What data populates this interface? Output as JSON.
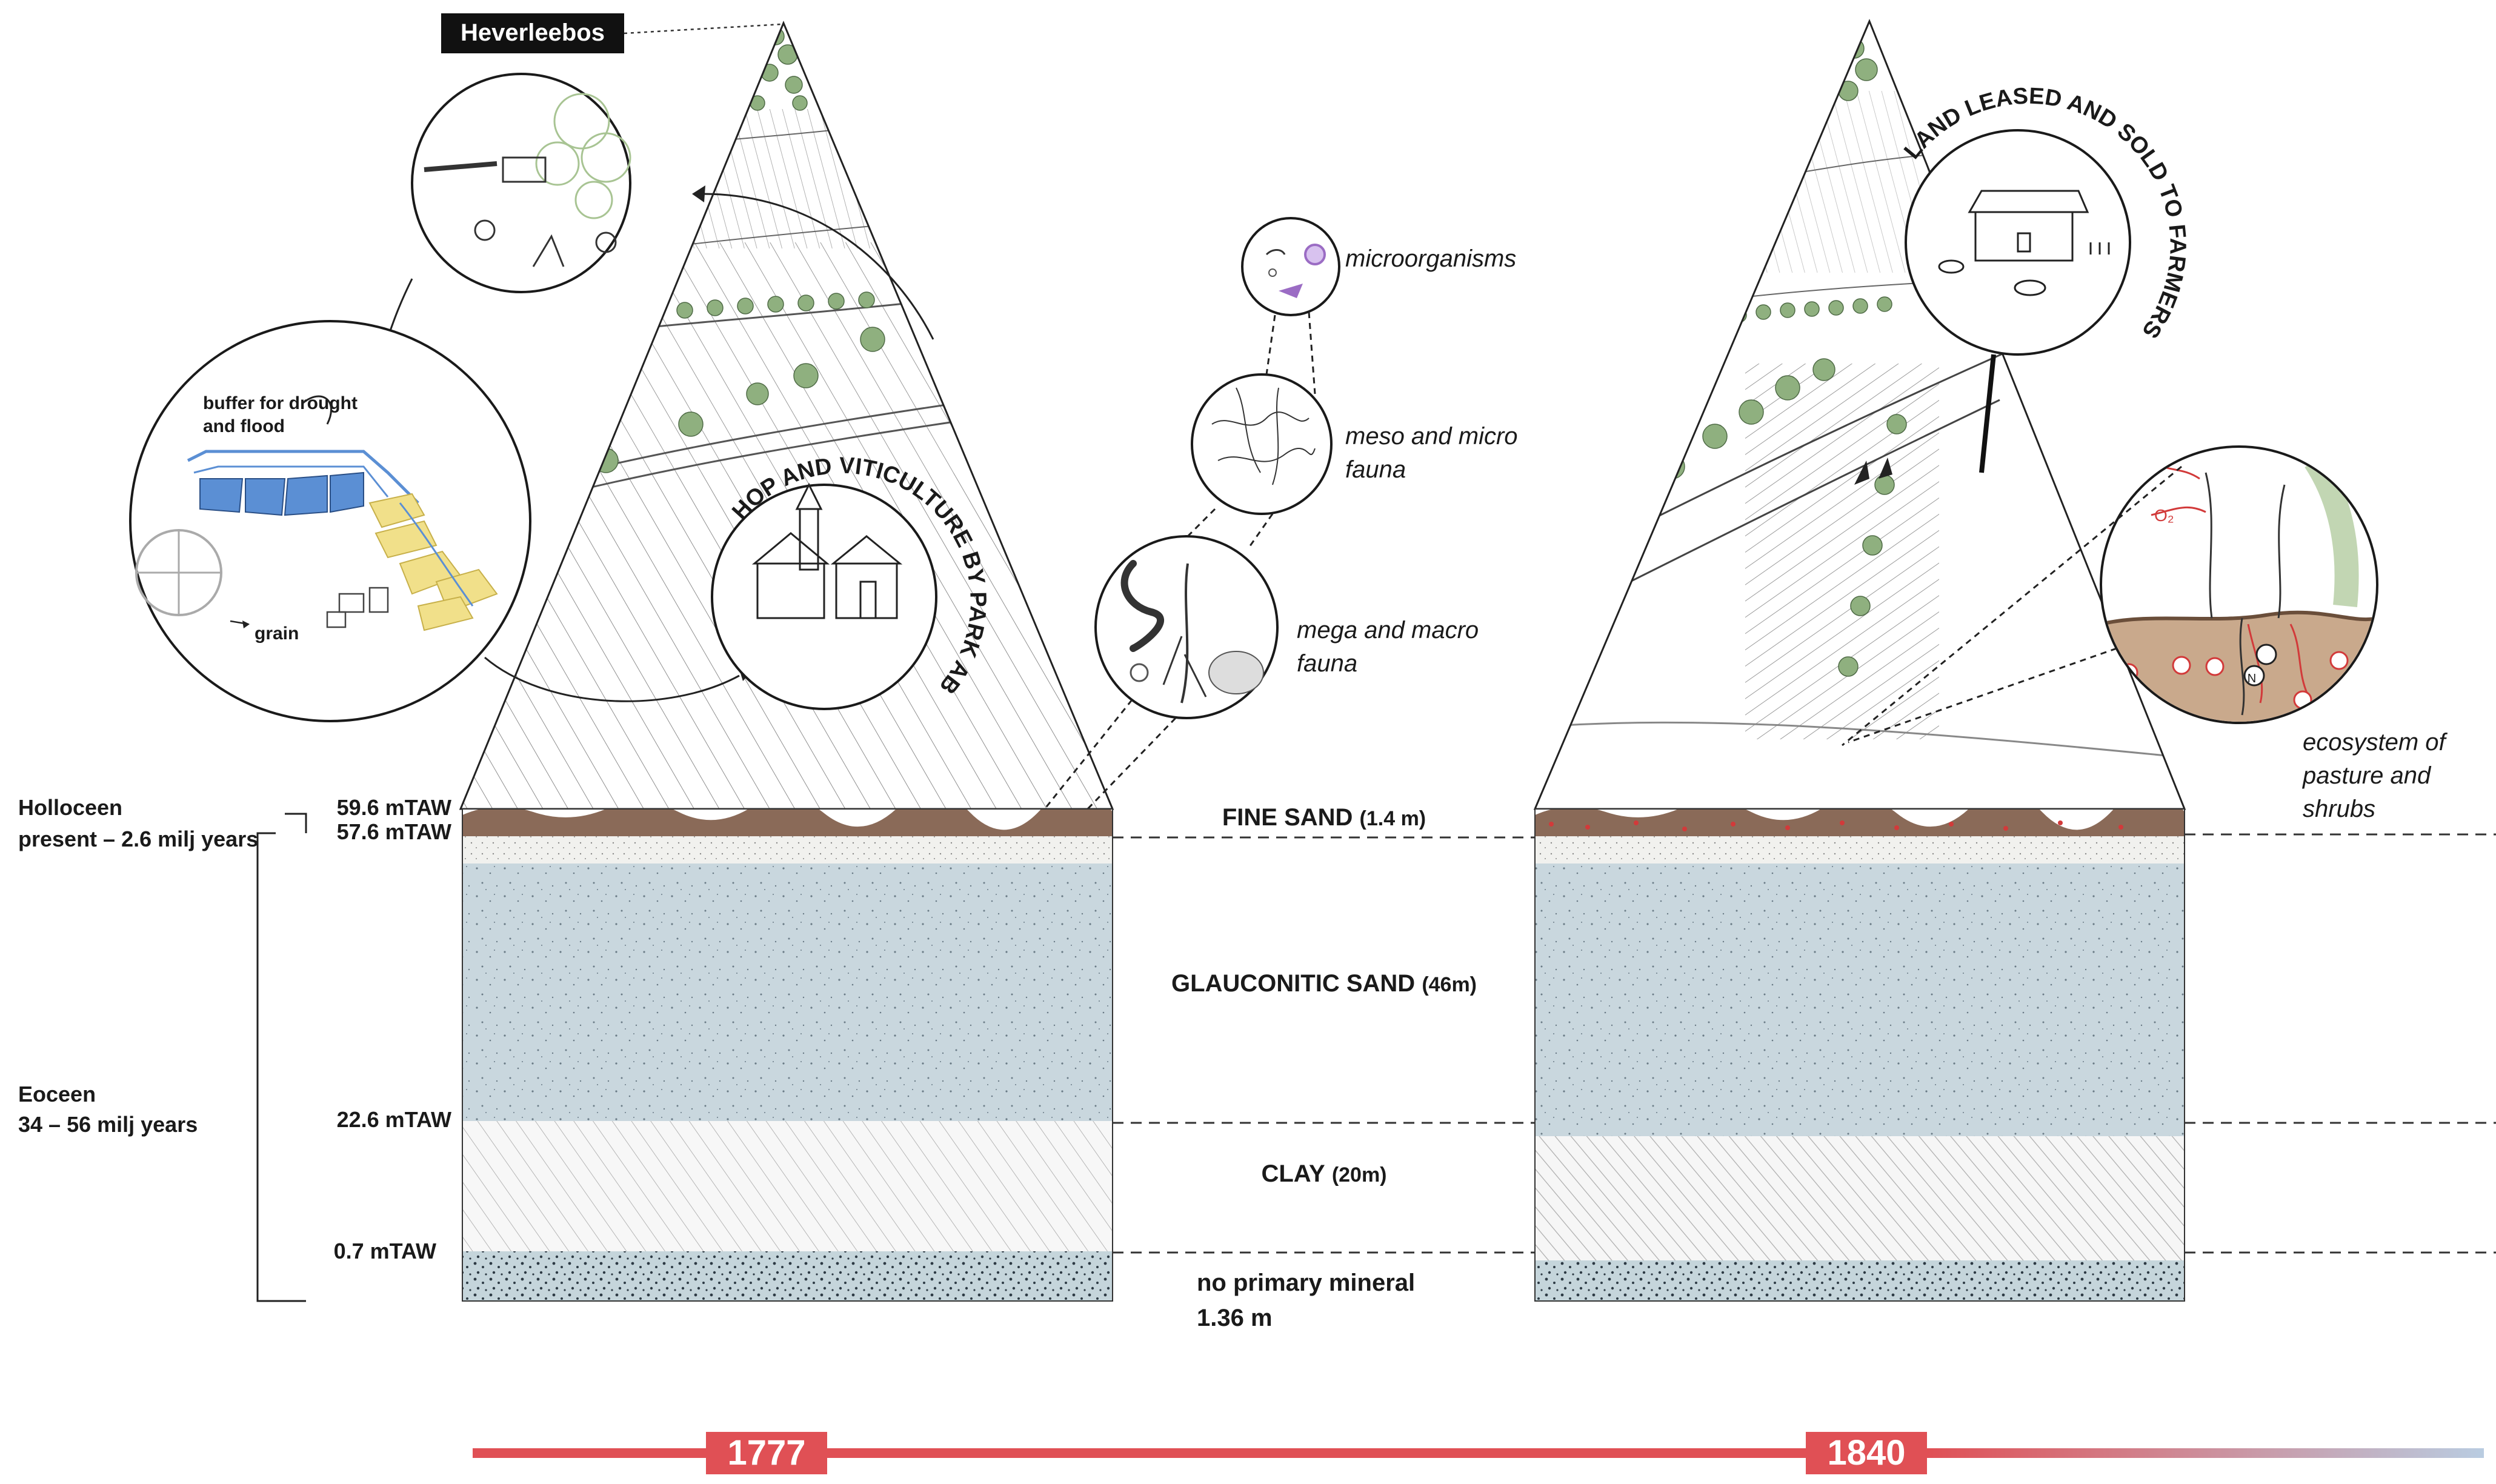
{
  "place_label": "Heverleebos",
  "left_cycle": {
    "buffer_label_line1": "buffer for drought",
    "buffer_label_line2": "and flood",
    "grain_label": "grain"
  },
  "left_panel_arc_label": "HOP AND VITICULTURE BY PARK ABBEY",
  "right_panel_arc_label": "LAND LEASED AND SOLD TO FARMERS",
  "soil_life": {
    "microorganisms": "microorganisms",
    "meso_micro_line1": "meso and micro",
    "meso_micro_line2": "fauna",
    "mega_macro_line1": "mega and macro",
    "mega_macro_line2": "fauna"
  },
  "ecosystem_label": {
    "line1": "ecosystem of",
    "line2": "pasture and",
    "line3": "shrubs"
  },
  "chem_labels": {
    "o2": "O₂",
    "n": "N"
  },
  "epochs": {
    "holocene_line1": "Holloceen",
    "holocene_line2": "present – 2.6 milj years",
    "eocene_line1": "Eoceen",
    "eocene_line2": "34 – 56 milj years"
  },
  "elevations": {
    "e1": "59.6 mTAW",
    "e2": "57.6 mTAW",
    "e3": "22.6 mTAW",
    "e4": "0.7  mTAW"
  },
  "strata": {
    "fine_sand": "FINE SAND",
    "fine_sand_thickness": "(1.4 m)",
    "glauconitic_sand": "GLAUCONITIC SAND",
    "glauconitic_thickness": "(46m)",
    "clay": "CLAY",
    "clay_thickness": "(20m)",
    "no_mineral_line1": "no primary mineral",
    "no_mineral_line2": "1.36 m"
  },
  "timeline": {
    "year1": "1777",
    "year2": "1840"
  },
  "colors": {
    "topsoil": "#8a6a58",
    "subsoil_white": "#f1f1ee",
    "glauconitic": "#c9d7de",
    "clay_bg": "#f6f6f6",
    "deep_layer": "#c5d5db",
    "timeline_red": "#e05055",
    "timeline_blue": "#b8cfe4",
    "water_blue": "#5b8fd4",
    "field_yellow": "#f1e08a",
    "tree_green": "#8fb07f",
    "purple": "#9b6cc4"
  }
}
